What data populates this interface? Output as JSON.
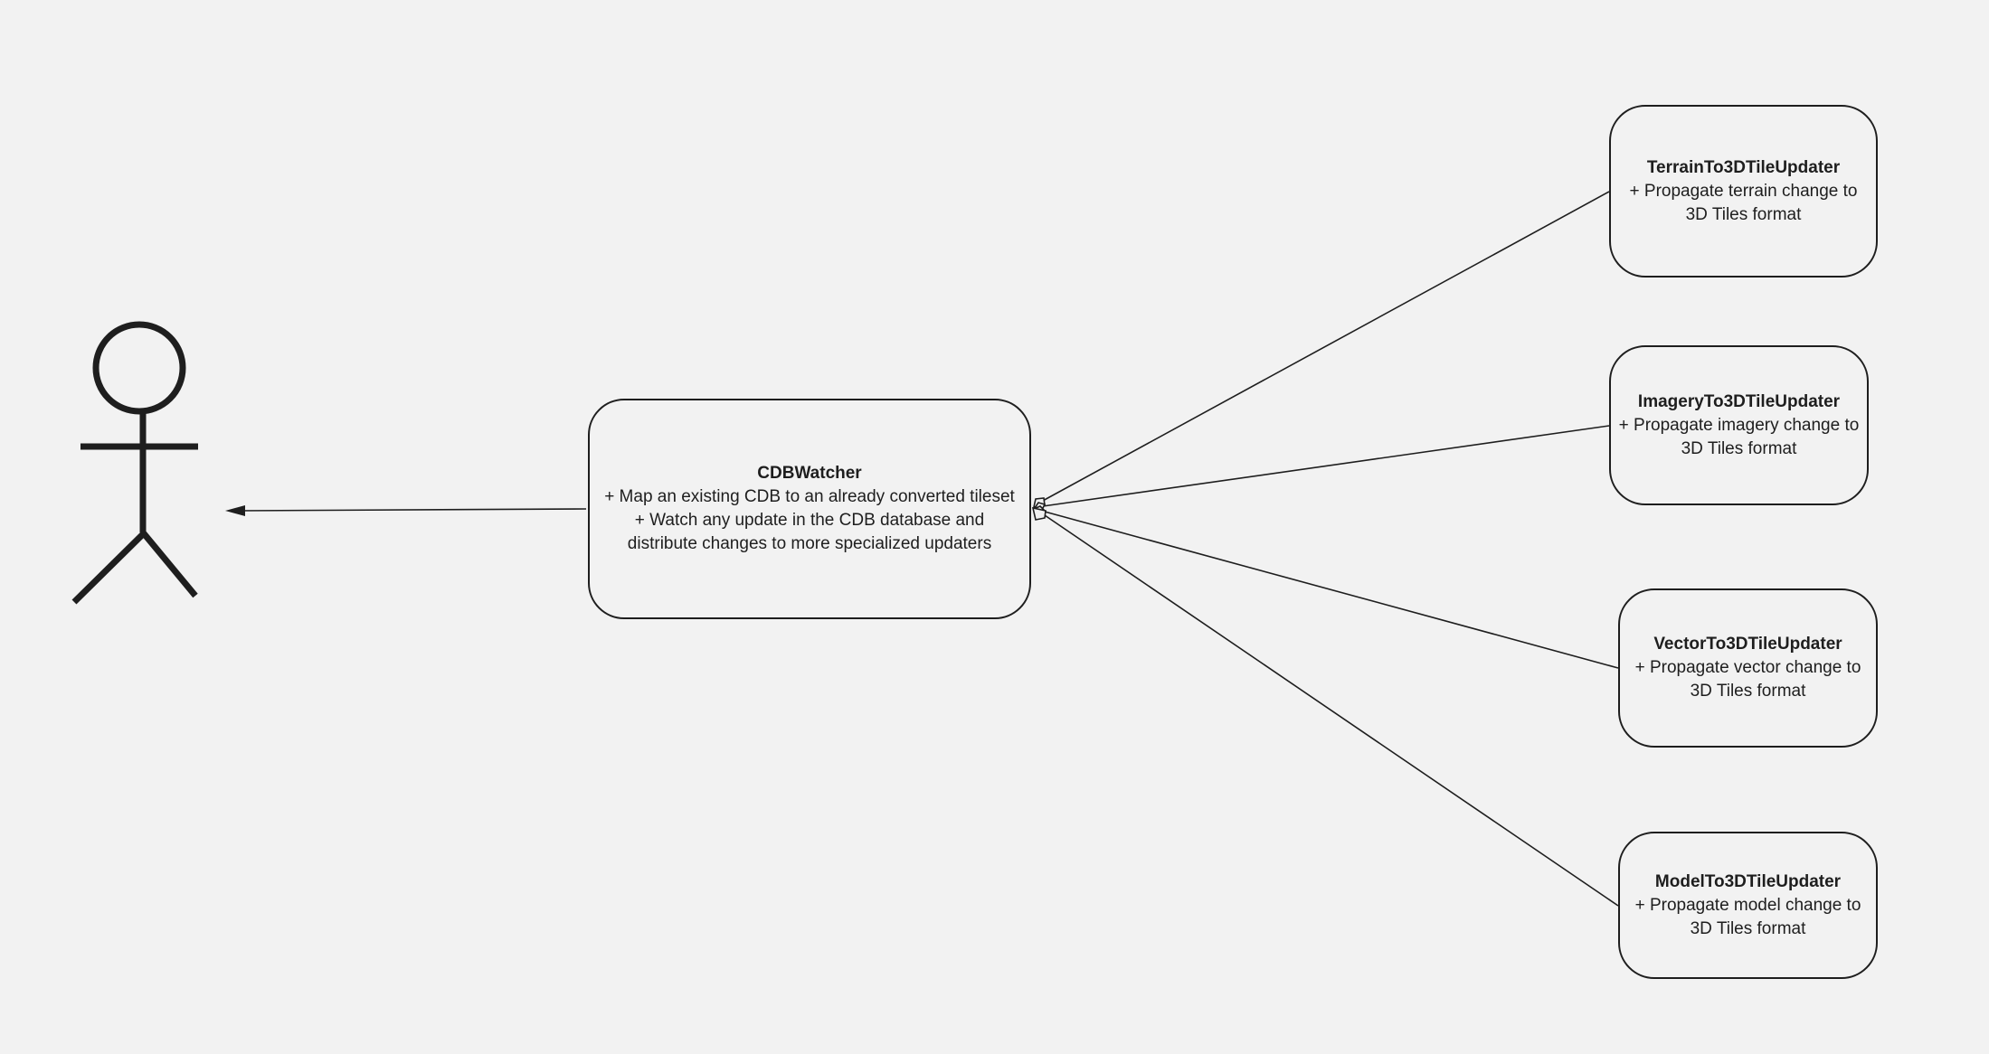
{
  "diagram": {
    "type": "uml-class",
    "actor": {
      "icon": "stick-figure-icon"
    },
    "colors": {
      "background": "#f2f2f2",
      "stroke": "#1e1e1e"
    },
    "nodes": {
      "watcher": {
        "title": "CDBWatcher",
        "lines": [
          "+ Map an existing CDB to an already converted tileset",
          "+ Watch any update in the CDB database and",
          "distribute changes to more specialized updaters"
        ]
      },
      "terrain": {
        "title": "TerrainTo3DTileUpdater",
        "lines": [
          "+ Propagate terrain change to",
          "3D Tiles format"
        ]
      },
      "imagery": {
        "title": "ImageryTo3DTileUpdater",
        "lines": [
          "+ Propagate imagery change to",
          "3D Tiles format"
        ]
      },
      "vector": {
        "title": "VectorTo3DTileUpdater",
        "lines": [
          "+ Propagate vector change to",
          "3D Tiles format"
        ]
      },
      "model": {
        "title": "ModelTo3DTileUpdater",
        "lines": [
          "+ Propagate model change to",
          "3D Tiles format"
        ]
      }
    },
    "edges": [
      {
        "from": "watcher",
        "to": "actor",
        "style": "filled-arrow"
      },
      {
        "from": "watcher",
        "to": "terrain",
        "style": "aggregation"
      },
      {
        "from": "watcher",
        "to": "imagery",
        "style": "aggregation"
      },
      {
        "from": "watcher",
        "to": "vector",
        "style": "aggregation"
      },
      {
        "from": "watcher",
        "to": "model",
        "style": "aggregation"
      }
    ]
  }
}
